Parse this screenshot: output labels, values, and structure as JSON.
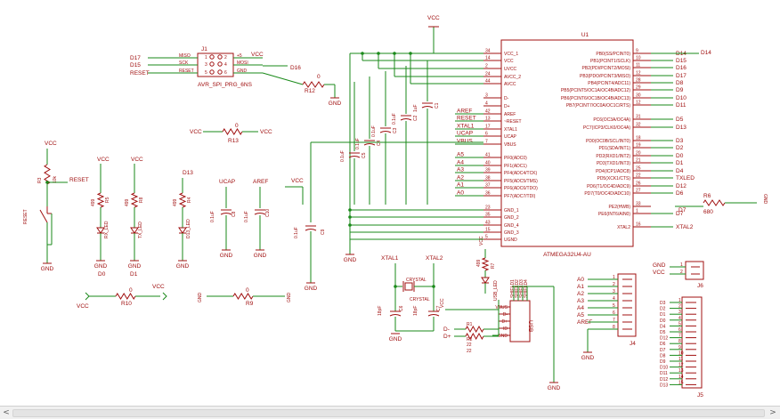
{
  "canvas": {
    "wire_color": "#1a8a1a",
    "part_color": "#a01010",
    "background": "#ffffff"
  },
  "power": {
    "vcc": "VCC",
    "gnd": "GND"
  },
  "u1": {
    "ref": "U1",
    "value": "ATMEGA32U4-AU",
    "left_pins": [
      {
        "num": "34",
        "name": "VCC_1"
      },
      {
        "num": "14",
        "name": "VCC"
      },
      {
        "num": "2",
        "name": "UVCC"
      },
      {
        "num": "24",
        "name": "AVCC_2"
      },
      {
        "num": "44",
        "name": "AVCC"
      },
      {
        "num": "3",
        "name": "D-"
      },
      {
        "num": "4",
        "name": "D+"
      },
      {
        "num": "42",
        "name": "AREF"
      },
      {
        "num": "13",
        "name": "~RESET"
      },
      {
        "num": "17",
        "name": "XTAL1"
      },
      {
        "num": "6",
        "name": "UCAP"
      },
      {
        "num": "7",
        "name": "VBUS"
      },
      {
        "num": "41",
        "name": "PF0(ADC0)"
      },
      {
        "num": "40",
        "name": "PF1(ADC1)"
      },
      {
        "num": "39",
        "name": "PF4(ADC4/TCK)"
      },
      {
        "num": "38",
        "name": "PF5(ADC5/TMS)"
      },
      {
        "num": "37",
        "name": "PF6(ADC6/TDO)"
      },
      {
        "num": "36",
        "name": "PF7(ADC7/TDI)"
      },
      {
        "num": "23",
        "name": "GND_1"
      },
      {
        "num": "35",
        "name": "GND_2"
      },
      {
        "num": "43",
        "name": "GND_4"
      },
      {
        "num": "15",
        "name": "GND_3"
      },
      {
        "num": "5",
        "name": "UGND"
      }
    ],
    "right_pins": [
      {
        "num": "9",
        "name": "PB0(SS/PCINT0)"
      },
      {
        "num": "10",
        "name": "PB1(PCINT1/SCLK)"
      },
      {
        "num": "11",
        "name": "PB2(PDI/PCINT2/MOSI)"
      },
      {
        "num": "12",
        "name": "PB3(PDO/PCINT3/MISO)"
      },
      {
        "num": "28",
        "name": "PB4(PCINT4/ADC11)"
      },
      {
        "num": "29",
        "name": "PB5(PCINT5/OC1A/OC4B/ADC12)"
      },
      {
        "num": "30",
        "name": "PB6(PCINT6/OC1B/OC4B/ADC13)"
      },
      {
        "num": "12",
        "name": "PB7(PCINT7/OC0A/OC1C/RTS)"
      },
      {
        "num": "31",
        "name": "PC6(OC3A/OC4A)"
      },
      {
        "num": "32",
        "name": "PC7(ICP3/CLK0/OC4A)"
      },
      {
        "num": "18",
        "name": "PD0(OC0B/SCL/INT0)"
      },
      {
        "num": "19",
        "name": "PD1(SDA/INT1)"
      },
      {
        "num": "20",
        "name": "PD2(RXD1/INT2)"
      },
      {
        "num": "21",
        "name": "PD3(TXD1/INT3)"
      },
      {
        "num": "25",
        "name": "PD4(ICP1/ADC8)"
      },
      {
        "num": "22",
        "name": "PD5(XCK1/CTS)"
      },
      {
        "num": "26",
        "name": "PD6(T1/OC4D/ADC9)"
      },
      {
        "num": "27",
        "name": "PD7(T0/OC4D/ADC10)"
      },
      {
        "num": "33",
        "name": "PE2(HWB)"
      },
      {
        "num": "1",
        "name": "PE6(INT6/AIN0)"
      },
      {
        "num": "16",
        "name": "XTAL2"
      }
    ],
    "left_nets": [
      "",
      "",
      "",
      "",
      "",
      "",
      "",
      "AREF",
      "RESET",
      "XTAL1",
      "UCAP",
      "VBUS",
      "A5",
      "A4",
      "A3",
      "A2",
      "A1",
      "A0",
      "",
      "",
      "",
      "",
      ""
    ],
    "right_nets": [
      "D14",
      "D15",
      "D16",
      "D17",
      "D8",
      "D9",
      "D10",
      "D11",
      "D5",
      "D13",
      "D3",
      "D2",
      "D0",
      "D1",
      "D4",
      "TXLED",
      "D12",
      "D6",
      "",
      "D7",
      "XTAL2"
    ]
  },
  "j1": {
    "ref": "J1",
    "value": "AVR_SPI_PRG_6NS",
    "pins_left": [
      "MISO",
      "SCK",
      "RESET"
    ],
    "pins_right": [
      "+5",
      "MOSI",
      "GND"
    ],
    "nums_left": [
      "1",
      "3",
      "5"
    ],
    "nums_right": [
      "2",
      "4",
      "6"
    ],
    "nets_left": [
      "D17",
      "D15",
      "RESET"
    ],
    "nets_right": [
      "VCC",
      "D16",
      ""
    ]
  },
  "r12": {
    "ref": "R12",
    "value": "0"
  },
  "r13": {
    "ref": "R13",
    "value": "0",
    "left": "VCC",
    "right": "VCC"
  },
  "reset_circuit": {
    "r3": "R3",
    "r3_val": "10k",
    "switch": "RESET",
    "net": "RESET",
    "vcc": "VCC",
    "gnd": "GND"
  },
  "leds": [
    {
      "res": "R5",
      "res_val": "499",
      "led": "RX_LED",
      "vcc": "VCC",
      "gnd": "GND"
    },
    {
      "res": "R8",
      "res_val": "499",
      "led": "TX_LED",
      "vcc": "VCC",
      "gnd": "GND"
    },
    {
      "res": "R4",
      "res_val": "499",
      "led": "D13_LED",
      "net": "D13",
      "gnd": "GND"
    }
  ],
  "caps_small": [
    {
      "ref": "C8",
      "val": "0.1uF",
      "net": "UCAP",
      "gnd": "GND"
    },
    {
      "ref": "C10",
      "val": "0.1uF",
      "net": "AREF",
      "gnd": "GND"
    }
  ],
  "decoupling": [
    {
      "ref": "C1",
      "val": "1uF"
    },
    {
      "ref": "C2",
      "val": "0.1uF"
    },
    {
      "ref": "C3",
      "val": "0.1uF"
    },
    {
      "ref": "C4",
      "val": "0.1uF"
    },
    {
      "ref": "C5",
      "val": "0.1uF"
    }
  ],
  "c9": {
    "ref": "C9",
    "val": "0.1uF",
    "net": "VCC",
    "gnd": "GND"
  },
  "r10": {
    "ref": "R10",
    "value": "0",
    "net_a": "D0",
    "net_b": "D1",
    "vcc1": "VCC",
    "vcc2": "VCC"
  },
  "r9": {
    "ref": "R9",
    "value": "0",
    "gnd1": "GND",
    "gnd2": "GND"
  },
  "crystal": {
    "xtal1": "XTAL1",
    "xtal2": "XTAL2",
    "ref": "CRYSTAL",
    "val": "CRYSTAL",
    "c6": "C6",
    "c7": "C7",
    "c6v": "18pF",
    "c7v": "18pF",
    "gnd": "GND"
  },
  "usb_led": {
    "r7": "R7",
    "r7_val": "499",
    "led": "USB_LED",
    "vcc": "VCC"
  },
  "usb": {
    "ref": "USB",
    "gnd": "GND",
    "r1": "R1",
    "r2": "R2",
    "r1_val": "22",
    "r2_val": "22",
    "d_minus": "D-",
    "d_plus": "D+",
    "vcc": "VCC",
    "pins": [
      "VBUS",
      "D-",
      "D+",
      "ID",
      "GND"
    ],
    "shield": [
      "SHIELD1",
      "SHIELD2",
      "SHIELD3",
      "SHIELD4"
    ]
  },
  "j6": {
    "ref": "J6",
    "nets": [
      "GND",
      "VCC"
    ],
    "nums": [
      "1",
      "2"
    ]
  },
  "j4": {
    "ref": "J4",
    "nets": [
      "A0",
      "A1",
      "A2",
      "A3",
      "A4",
      "A5",
      "AREF",
      ""
    ],
    "nums": [
      "1",
      "2",
      "3",
      "4",
      "5",
      "6",
      "7",
      "8"
    ],
    "gnd": "GND"
  },
  "j5": {
    "ref": "J5",
    "nets": [
      "D3",
      "D2",
      "D1",
      "D0",
      "D4",
      "D5",
      "D12",
      "D6",
      "D7",
      "D8",
      "D9",
      "D10",
      "D11",
      "D12",
      "D13"
    ],
    "nums": [
      "1",
      "2",
      "3",
      "4",
      "5",
      "6",
      "7",
      "8",
      "9",
      "10",
      "11",
      "12",
      "13",
      "14",
      "15"
    ]
  },
  "r6": {
    "ref": "R6",
    "value": "680",
    "net": "D7",
    "gnd": "GND"
  },
  "d14": {
    "net": "D14"
  },
  "scrollbar": {
    "left_arrow": "<",
    "right_arrow": ">"
  }
}
